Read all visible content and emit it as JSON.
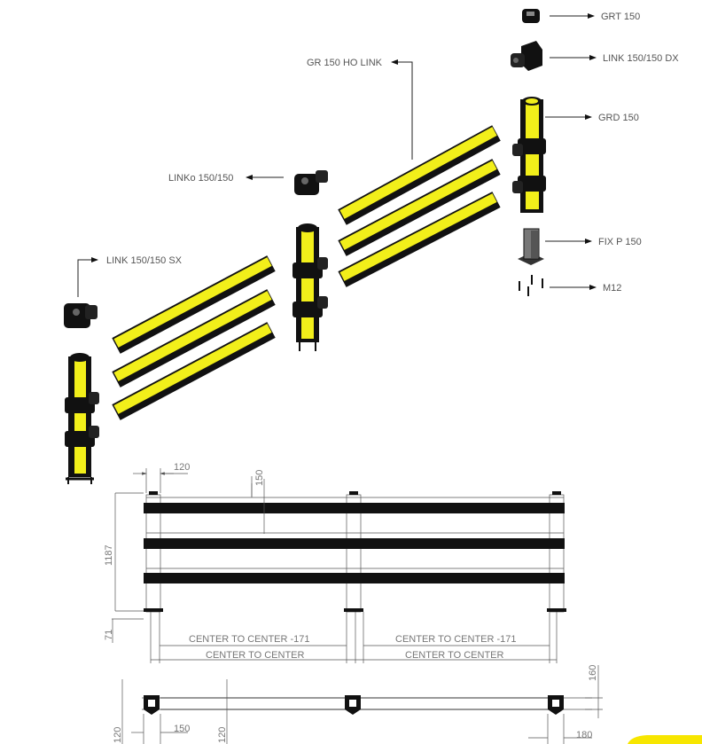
{
  "labels": {
    "grt": "GRT 150",
    "link_dx": "LINK 150/150 DX",
    "grd": "GRD 150",
    "fix": "FIX P 150",
    "m12": "M12",
    "gr_ho_link": "GR 150 HO LINK",
    "linko": "LINKo 150/150",
    "link_sx": "LINK 150/150 SX"
  },
  "dimensions": {
    "post_width": "120",
    "rail_spacing": "150",
    "height": "1187",
    "base": "71",
    "c2c_minus": "CENTER TO CENTER -171",
    "c2c": "CENTER TO CENTER",
    "top_depth": "160",
    "top_left_120a": "120",
    "top_150": "150",
    "top_left_120b": "120",
    "top_180": "180"
  },
  "colors": {
    "yellow": "#f2ef1a",
    "black": "#111111"
  }
}
